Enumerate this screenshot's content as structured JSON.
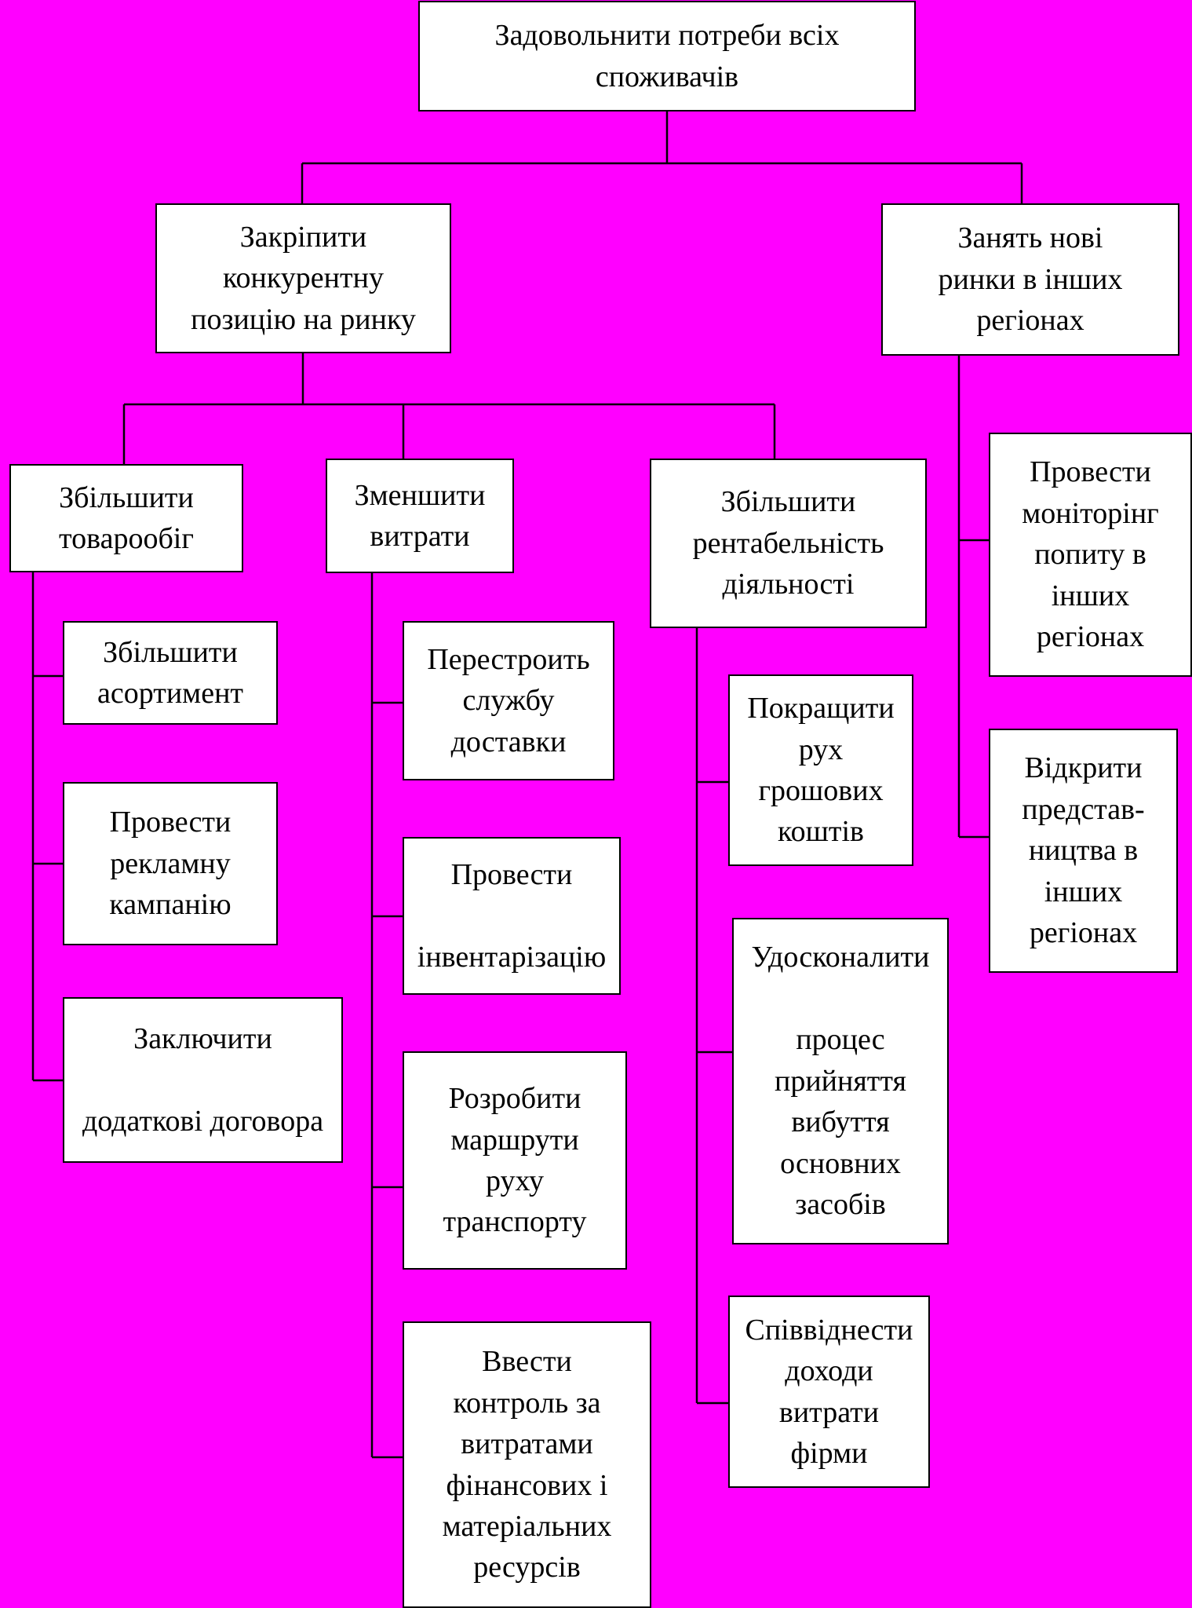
{
  "diagram": {
    "nodes": [
      {
        "id": "root",
        "label": "Задовольнити   потреби  всіх\nспоживачів"
      },
      {
        "id": "competitive",
        "label": "Закріпити\nконкурентну\nпозицію на ринку"
      },
      {
        "id": "new-markets",
        "label": "Занять нові\nринки в інших\nрегіонах"
      },
      {
        "id": "turnover",
        "label": "Збільшити\nтоварообіг"
      },
      {
        "id": "costs",
        "label": "Зменшити\nвитрати"
      },
      {
        "id": "profitability",
        "label": "Збільшити\nрентабельність\nдіяльності"
      },
      {
        "id": "monitoring",
        "label": "Провести\nмоніторінг\nпопиту в\nінших\nрегіонах"
      },
      {
        "id": "offices",
        "label": "Відкрити\nпредстав-\nництва в\nінших\nрегіонах"
      },
      {
        "id": "assortment",
        "label": "Збільшити\nасортимент"
      },
      {
        "id": "advertising",
        "label": "Провести\nрекламну\nкампанію"
      },
      {
        "id": "contracts",
        "label": "Заключити\n\nдодаткові договора"
      },
      {
        "id": "delivery",
        "label": "Перестроить\nслужбу\nдоставки"
      },
      {
        "id": "inventory",
        "label": "Провести\n\nінвентарізацію"
      },
      {
        "id": "routes",
        "label": "Розробити\nмаршрути\nруху\nтранспорту"
      },
      {
        "id": "control",
        "label": "Ввести\nконтроль за\nвитратами\nфінансових і\nматеріальних\nресурсів"
      },
      {
        "id": "cashflow",
        "label": "Покращити\nрух\nгрошових\nкоштів"
      },
      {
        "id": "fixed-assets",
        "label": "Удосконалити\n\nпроцес\nприйняття\nвибуття\nосновних\nзасобів"
      },
      {
        "id": "income-costs",
        "label": "Співвіднести\nдоходи\nвитрати\nфірми"
      }
    ],
    "edges": [
      [
        "root",
        "competitive"
      ],
      [
        "root",
        "new-markets"
      ],
      [
        "competitive",
        "turnover"
      ],
      [
        "competitive",
        "costs"
      ],
      [
        "competitive",
        "profitability"
      ],
      [
        "new-markets",
        "monitoring"
      ],
      [
        "new-markets",
        "offices"
      ],
      [
        "turnover",
        "assortment"
      ],
      [
        "turnover",
        "advertising"
      ],
      [
        "turnover",
        "contracts"
      ],
      [
        "costs",
        "delivery"
      ],
      [
        "costs",
        "inventory"
      ],
      [
        "costs",
        "routes"
      ],
      [
        "costs",
        "control"
      ],
      [
        "profitability",
        "cashflow"
      ],
      [
        "profitability",
        "fixed-assets"
      ],
      [
        "profitability",
        "income-costs"
      ]
    ]
  }
}
